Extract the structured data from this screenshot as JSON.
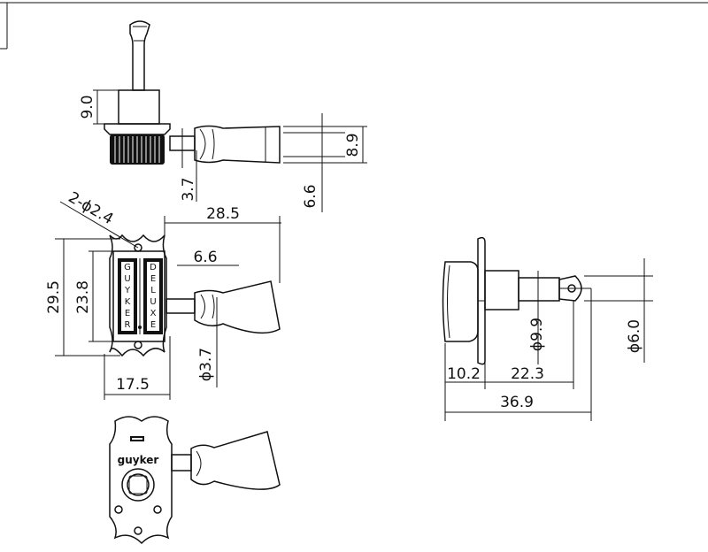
{
  "dimensions": {
    "d_9_0": "9.0",
    "d_8_9": "8.9",
    "d_3_7": "3.7",
    "d_6_6_side": "6.6",
    "d_2_phi_2_4": "2-ϕ2.4",
    "d_28_5": "28.5",
    "d_6_6": "6.6",
    "d_29_5": "29.5",
    "d_23_8": "23.8",
    "d_17_5": "17.5",
    "d_phi_3_7": "ϕ3.7",
    "d_phi_9_9": "ϕ9.9",
    "d_phi_6_0": "ϕ6.0",
    "d_10_2": "10.2",
    "d_22_3": "22.3",
    "d_36_9": "36.9"
  },
  "cover_text": {
    "left_column": "GUYKER",
    "right_column": "DELUXE"
  },
  "brand_label": "guyker"
}
